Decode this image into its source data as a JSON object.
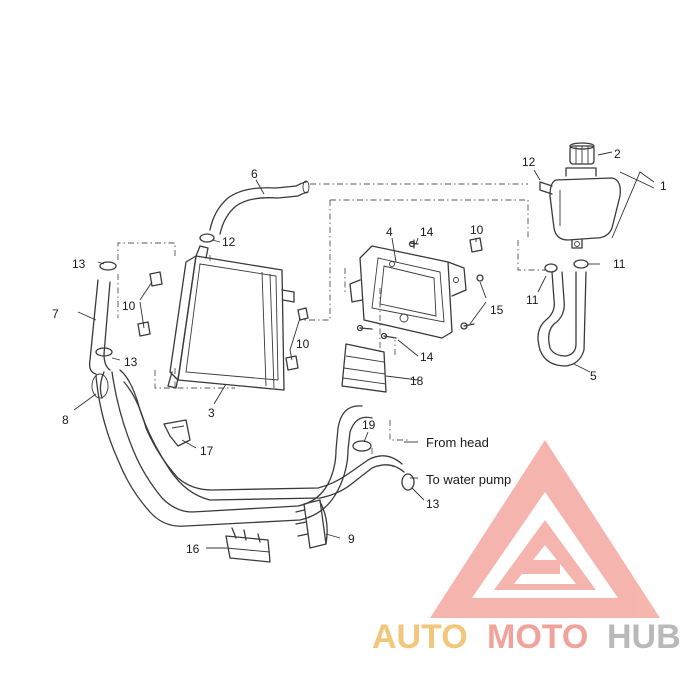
{
  "callouts": {
    "p1": "1",
    "p2": "2",
    "p3": "3",
    "p4": "4",
    "p5": "5",
    "p6": "6",
    "p7": "7",
    "p8": "8",
    "p9": "9",
    "p10a": "10",
    "p10b": "10",
    "p10c": "10",
    "p11a": "11",
    "p11b": "11",
    "p12a": "12",
    "p12b": "12",
    "p13a": "13",
    "p13b": "13",
    "p13c": "13",
    "p14a": "14",
    "p14b": "14",
    "p15": "15",
    "p16": "16",
    "p17": "17",
    "p18": "18",
    "p19": "19"
  },
  "annotations": {
    "from_head": "From head",
    "to_water_pump": "To water pump"
  },
  "watermark": {
    "part1": "AUTO",
    "part2": "MOTO",
    "part3": "HUB",
    "colors": {
      "auto": "#f2c77c",
      "moto": "#f0a39a",
      "hub": "#b9b9b9",
      "logo": "#f4a9a0"
    }
  }
}
